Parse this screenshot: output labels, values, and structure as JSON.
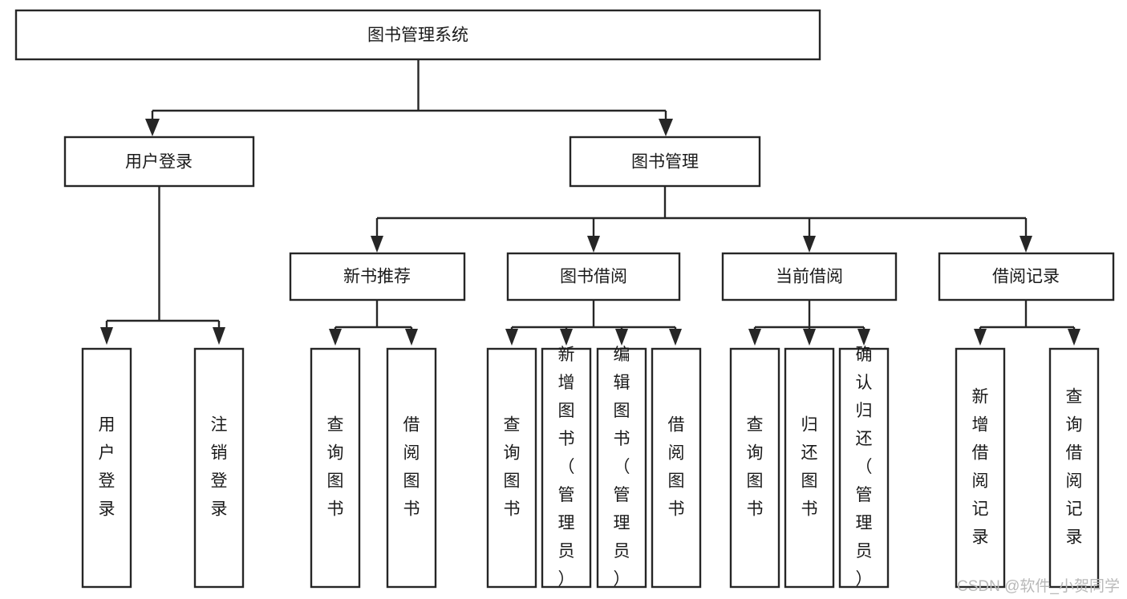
{
  "diagram": {
    "title": "图书管理系统",
    "type": "tree",
    "orientation": "top-down",
    "colors": {
      "background": "#ffffff",
      "box_fill": "#ffffff",
      "box_stroke": "#262626",
      "text": "#1a1a1a",
      "connector": "#262626",
      "watermark": "#b9b9b9"
    },
    "levels": [
      {
        "level": 1,
        "nodes": [
          {
            "id": "root",
            "label": "图书管理系统",
            "orientation": "horizontal"
          }
        ]
      },
      {
        "level": 2,
        "nodes": [
          {
            "id": "user-login",
            "label": "用户登录",
            "orientation": "horizontal",
            "parent": "root"
          },
          {
            "id": "book-manage",
            "label": "图书管理",
            "orientation": "horizontal",
            "parent": "root"
          }
        ]
      },
      {
        "level": 3,
        "nodes": [
          {
            "id": "new-book-recommend",
            "label": "新书推荐",
            "orientation": "horizontal",
            "parent": "book-manage"
          },
          {
            "id": "book-borrow",
            "label": "图书借阅",
            "orientation": "horizontal",
            "parent": "book-manage"
          },
          {
            "id": "current-borrow",
            "label": "当前借阅",
            "orientation": "horizontal",
            "parent": "book-manage"
          },
          {
            "id": "borrow-record",
            "label": "借阅记录",
            "orientation": "horizontal",
            "parent": "book-manage"
          }
        ]
      },
      {
        "level": 4,
        "nodes": [
          {
            "id": "leaf-user-login",
            "label": "用户登录",
            "orientation": "vertical",
            "parent": "user-login"
          },
          {
            "id": "leaf-logout-login",
            "label": "注销登录",
            "orientation": "vertical",
            "parent": "user-login"
          },
          {
            "id": "leaf-query-book-1",
            "label": "查询图书",
            "orientation": "vertical",
            "parent": "new-book-recommend"
          },
          {
            "id": "leaf-borrow-book-1",
            "label": "借阅图书",
            "orientation": "vertical",
            "parent": "new-book-recommend"
          },
          {
            "id": "leaf-query-book-2",
            "label": "查询图书",
            "orientation": "vertical",
            "parent": "book-borrow"
          },
          {
            "id": "leaf-add-book-admin",
            "label": "新增图书（管理员）",
            "orientation": "vertical",
            "parent": "book-borrow"
          },
          {
            "id": "leaf-edit-book-admin",
            "label": "编辑图书（管理员）",
            "orientation": "vertical",
            "parent": "book-borrow"
          },
          {
            "id": "leaf-borrow-book-2",
            "label": "借阅图书",
            "orientation": "vertical",
            "parent": "book-borrow"
          },
          {
            "id": "leaf-query-book-3",
            "label": "查询图书",
            "orientation": "vertical",
            "parent": "current-borrow"
          },
          {
            "id": "leaf-return-book",
            "label": "归还图书",
            "orientation": "vertical",
            "parent": "current-borrow"
          },
          {
            "id": "leaf-confirm-return-admin",
            "label": "确认归还（管理员）",
            "orientation": "vertical",
            "parent": "current-borrow"
          },
          {
            "id": "leaf-add-borrow-record",
            "label": "新增借阅记录",
            "orientation": "vertical",
            "parent": "borrow-record"
          },
          {
            "id": "leaf-query-borrow-record",
            "label": "查询借阅记录",
            "orientation": "vertical",
            "parent": "borrow-record"
          }
        ]
      }
    ]
  },
  "watermark": {
    "text": "CSDN @软件_小贺同学"
  }
}
